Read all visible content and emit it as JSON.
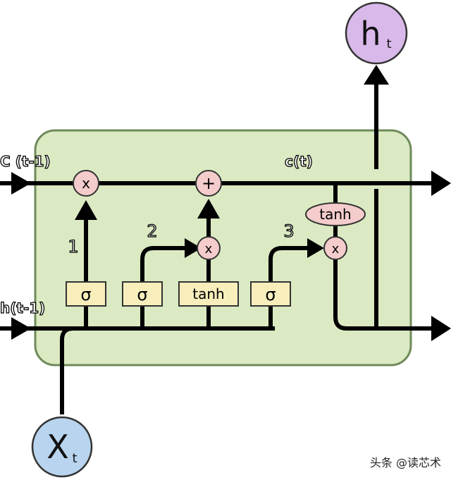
{
  "labels": {
    "cell_prev": "C (t-1)",
    "cell_curr": "c(t)",
    "hidden_prev": "h(t-1)"
  },
  "steps": {
    "one": "1",
    "two": "2",
    "three": "3"
  },
  "gates": {
    "sigma1": "σ",
    "sigma2": "σ",
    "tanh_gate": "tanh",
    "sigma3": "σ"
  },
  "ops": {
    "mult_forget": "x",
    "add_cell": "+",
    "mult_input": "x",
    "mult_output": "x",
    "tanh_out": "tanh"
  },
  "nodes": {
    "h_main": "h",
    "h_sub": "t",
    "x_main": "X",
    "x_sub": "t"
  },
  "watermark": "头条 @读芯术",
  "colors": {
    "cell_fill": "#dbeac2",
    "cell_border": "#6f8a5a",
    "gate_fill": "#f8eebc",
    "op_fill": "#f4cccc",
    "h_node_fill": "#d9b8ea",
    "x_node_fill": "#b8d4ee"
  }
}
